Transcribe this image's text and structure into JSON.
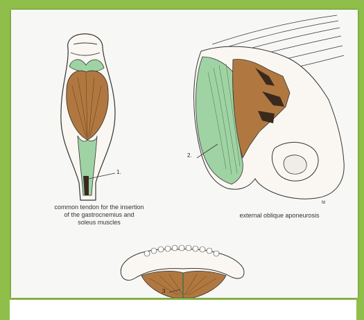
{
  "figure": {
    "colors": {
      "frame": "#8fbf4a",
      "paper": "#f7f7f5",
      "muscle_brown": "#b07840",
      "muscle_dark": "#3a2a1e",
      "aponeurosis_green": "#9fd3a4",
      "line": "#333333"
    },
    "calf": {
      "label_number": "1.",
      "caption": "common tendon for the insertion\nof the gastrocnemius and\nsoleus muscles"
    },
    "oblique": {
      "label_number": "2.",
      "caption": "external oblique aponeurosis",
      "signature": "fd"
    },
    "jaw": {
      "label_number": "3"
    }
  }
}
